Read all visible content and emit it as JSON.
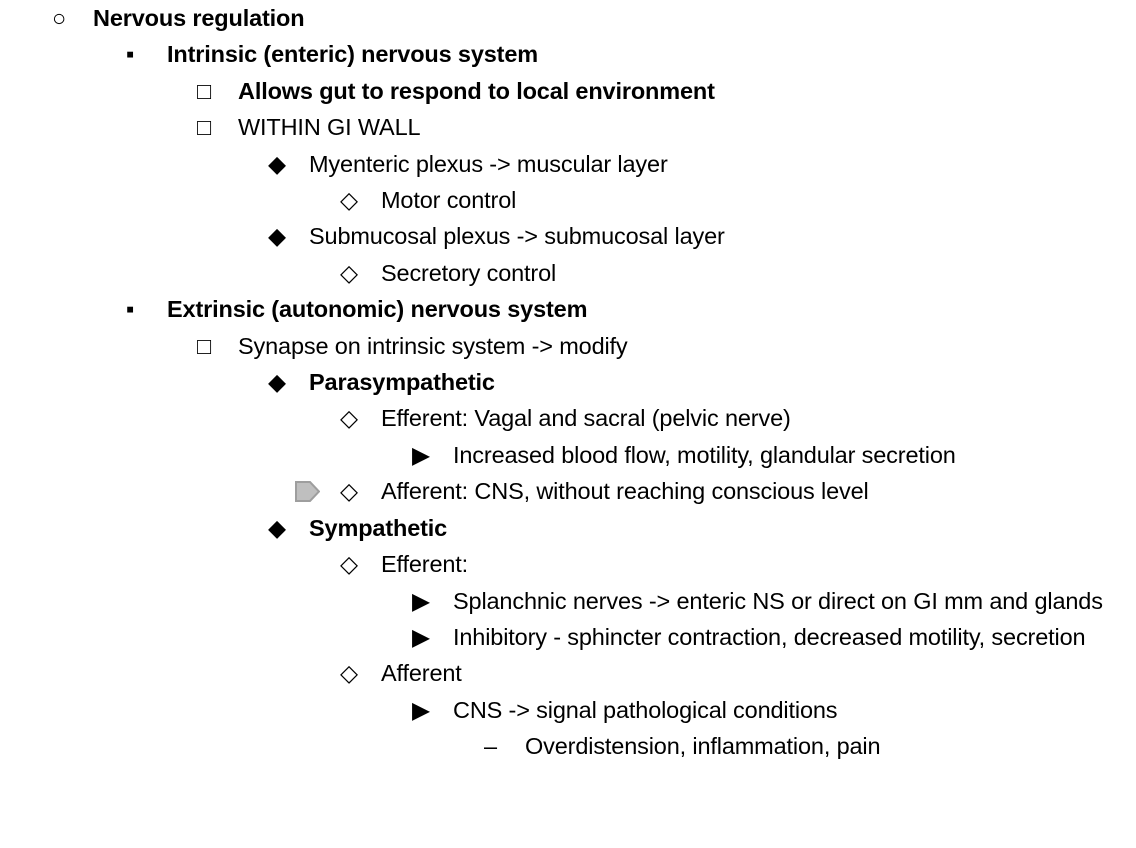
{
  "document": {
    "type": "outline-notes",
    "background_color": "#ffffff",
    "text_color": "#000000",
    "marker_fill_color": "#bfbfbf",
    "marker_stroke_color": "#9e9e9e"
  },
  "bullets": {
    "level1": "○",
    "level2": "▪",
    "level3": "□",
    "level4": "◆",
    "level5": "◇",
    "level6": "▶",
    "level7": "–"
  },
  "outline": [
    {
      "level": 1,
      "bullet": "○",
      "bold": true,
      "text": "Nervous regulation"
    },
    {
      "level": 2,
      "bullet": "▪",
      "bold": true,
      "text": "Intrinsic (enteric) nervous system"
    },
    {
      "level": 3,
      "bullet": "□",
      "bold": true,
      "text": "Allows gut to respond to local environment"
    },
    {
      "level": 3,
      "bullet": "□",
      "bold": false,
      "text": "WITHIN GI WALL"
    },
    {
      "level": 4,
      "bullet": "◆",
      "bold": false,
      "text": "Myenteric plexus -> muscular layer"
    },
    {
      "level": 5,
      "bullet": "◇",
      "bold": false,
      "text": "Motor control"
    },
    {
      "level": 4,
      "bullet": "◆",
      "bold": false,
      "text": "Submucosal plexus -> submucosal layer"
    },
    {
      "level": 5,
      "bullet": "◇",
      "bold": false,
      "text": "Secretory control"
    },
    {
      "level": 2,
      "bullet": "▪",
      "bold": true,
      "text": "Extrinsic (autonomic) nervous system"
    },
    {
      "level": 3,
      "bullet": "□",
      "bold": false,
      "text": "Synapse on intrinsic system -> modify"
    },
    {
      "level": 4,
      "bullet": "◆",
      "bold": true,
      "text": "Parasympathetic"
    },
    {
      "level": 5,
      "bullet": "◇",
      "bold": false,
      "text": "Efferent: Vagal and sacral (pelvic nerve)"
    },
    {
      "level": 6,
      "bullet": "▶",
      "bold": false,
      "text": "Increased blood flow, motility, glandular secretion"
    },
    {
      "level": 5,
      "bullet": "◇",
      "bold": false,
      "text": "Afferent: CNS, without reaching conscious level",
      "marker": true
    },
    {
      "level": 4,
      "bullet": "◆",
      "bold": true,
      "text": "Sympathetic"
    },
    {
      "level": 5,
      "bullet": "◇",
      "bold": false,
      "text": "Efferent:"
    },
    {
      "level": 6,
      "bullet": "▶",
      "bold": false,
      "text": "Splanchnic nerves -> enteric NS or direct on GI mm and glands"
    },
    {
      "level": 6,
      "bullet": "▶",
      "bold": false,
      "text": "Inhibitory - sphincter contraction, decreased motility, secretion"
    },
    {
      "level": 5,
      "bullet": "◇",
      "bold": false,
      "text": "Afferent"
    },
    {
      "level": 6,
      "bullet": "▶",
      "bold": false,
      "text": "CNS -> signal pathological conditions"
    },
    {
      "level": 7,
      "bullet": "–",
      "bold": false,
      "text": "Overdistension, inflammation, pain"
    }
  ]
}
